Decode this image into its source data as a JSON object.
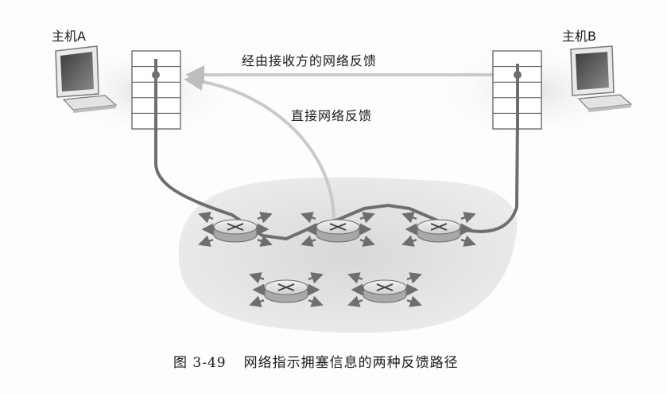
{
  "hosts": {
    "host_a": "主机A",
    "host_b": "主机B"
  },
  "feedback": {
    "via_receiver": "经由接收方的网络反馈",
    "direct": "直接网络反馈"
  },
  "caption": {
    "figure_number": "图 3-49",
    "text": "网络指示拥塞信息的两种反馈路径"
  },
  "colors": {
    "path_dark": "#6e6e6e",
    "path_light": "#c9c9c9",
    "cloud": "#e6e6e6",
    "router": "#d9d9d9",
    "arrow": "#707070"
  }
}
